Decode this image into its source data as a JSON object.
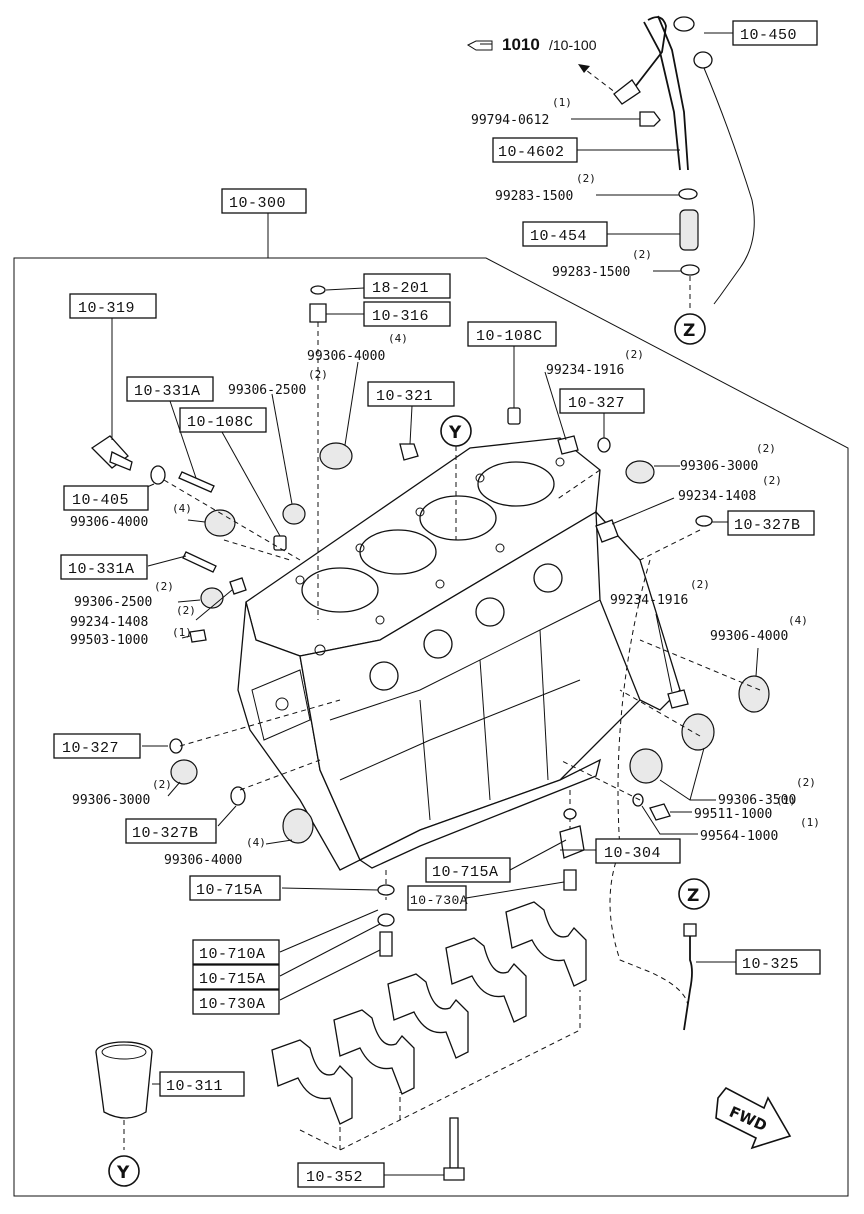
{
  "reference": {
    "main": "1010",
    "sub": "/10-100"
  },
  "group_labels": {
    "l10_450": "10-450",
    "l10_4602": "10-4602",
    "l10_454": "10-454",
    "l10_300": "10-300",
    "l18_201": "18-201",
    "l10_316": "10-316",
    "l10_319": "10-319",
    "l10_108c_top": "10-108C",
    "l10_331a_top": "10-331A",
    "l10_321": "10-321",
    "l10_108c_left": "10-108C",
    "l10_327_top": "10-327",
    "l10_405": "10-405",
    "l10_327b_right": "10-327B",
    "l10_331a_left": "10-331A",
    "l10_327_left": "10-327",
    "l10_327b_left": "10-327B",
    "l10_715a_mid": "10-715A",
    "l10_304": "10-304",
    "l10_715a_left": "10-715A",
    "l10_730a_mid": "10-730A",
    "l10_710a": "10-710A",
    "l10_715a_low": "10-715A",
    "l10_730a_low": "10-730A",
    "l10_325": "10-325",
    "l10_311": "10-311",
    "l10_352": "10-352"
  },
  "part_numbers": {
    "p99794_0612": "99794-0612",
    "p99283_1500_a": "99283-1500",
    "p99283_1500_b": "99283-1500",
    "p99306_4000_top": "99306-4000",
    "p99234_1916_top": "99234-1916",
    "p99306_2500_top": "99306-2500",
    "p99306_3000_right": "99306-3000",
    "p99234_1408_right": "99234-1408",
    "p99306_4000_left": "99306-4000",
    "p99306_2500_left": "99306-2500",
    "p99234_1408_left": "99234-1408",
    "p99503_1000": "99503-1000",
    "p99234_1916_mid": "99234-1916",
    "p99306_4000_right": "99306-4000",
    "p99306_3500": "99306-3500",
    "p99306_3000_left": "99306-3000",
    "p99511_1000": "99511-1000",
    "p99564_1000": "99564-1000",
    "p99306_4000_bottom": "99306-4000"
  },
  "quantities": {
    "q99794_0612": "(1)",
    "q99283_1500_a": "(2)",
    "q99283_1500_b": "(2)",
    "q99306_4000_top": "(4)",
    "q99234_1916_top": "(2)",
    "q99306_2500_top": "(2)",
    "q99306_3000_right": "(2)",
    "q99234_1408_right": "(2)",
    "q99306_4000_left": "(4)",
    "q99306_2500_left": "(2)",
    "q99234_1408_left": "(2)",
    "q99503_1000": "(1)",
    "q99234_1916_mid": "(2)",
    "q99306_4000_right": "(4)",
    "q99306_3500": "(2)",
    "q99306_3000_left": "(2)",
    "q99511_1000": "(1)",
    "q99564_1000": "(1)",
    "q99306_4000_bottom": "(4)"
  },
  "callouts": {
    "z_top": "Z",
    "z_right": "Z",
    "y_center": "Y",
    "y_bottom": "Y"
  },
  "fwd": "FWD"
}
